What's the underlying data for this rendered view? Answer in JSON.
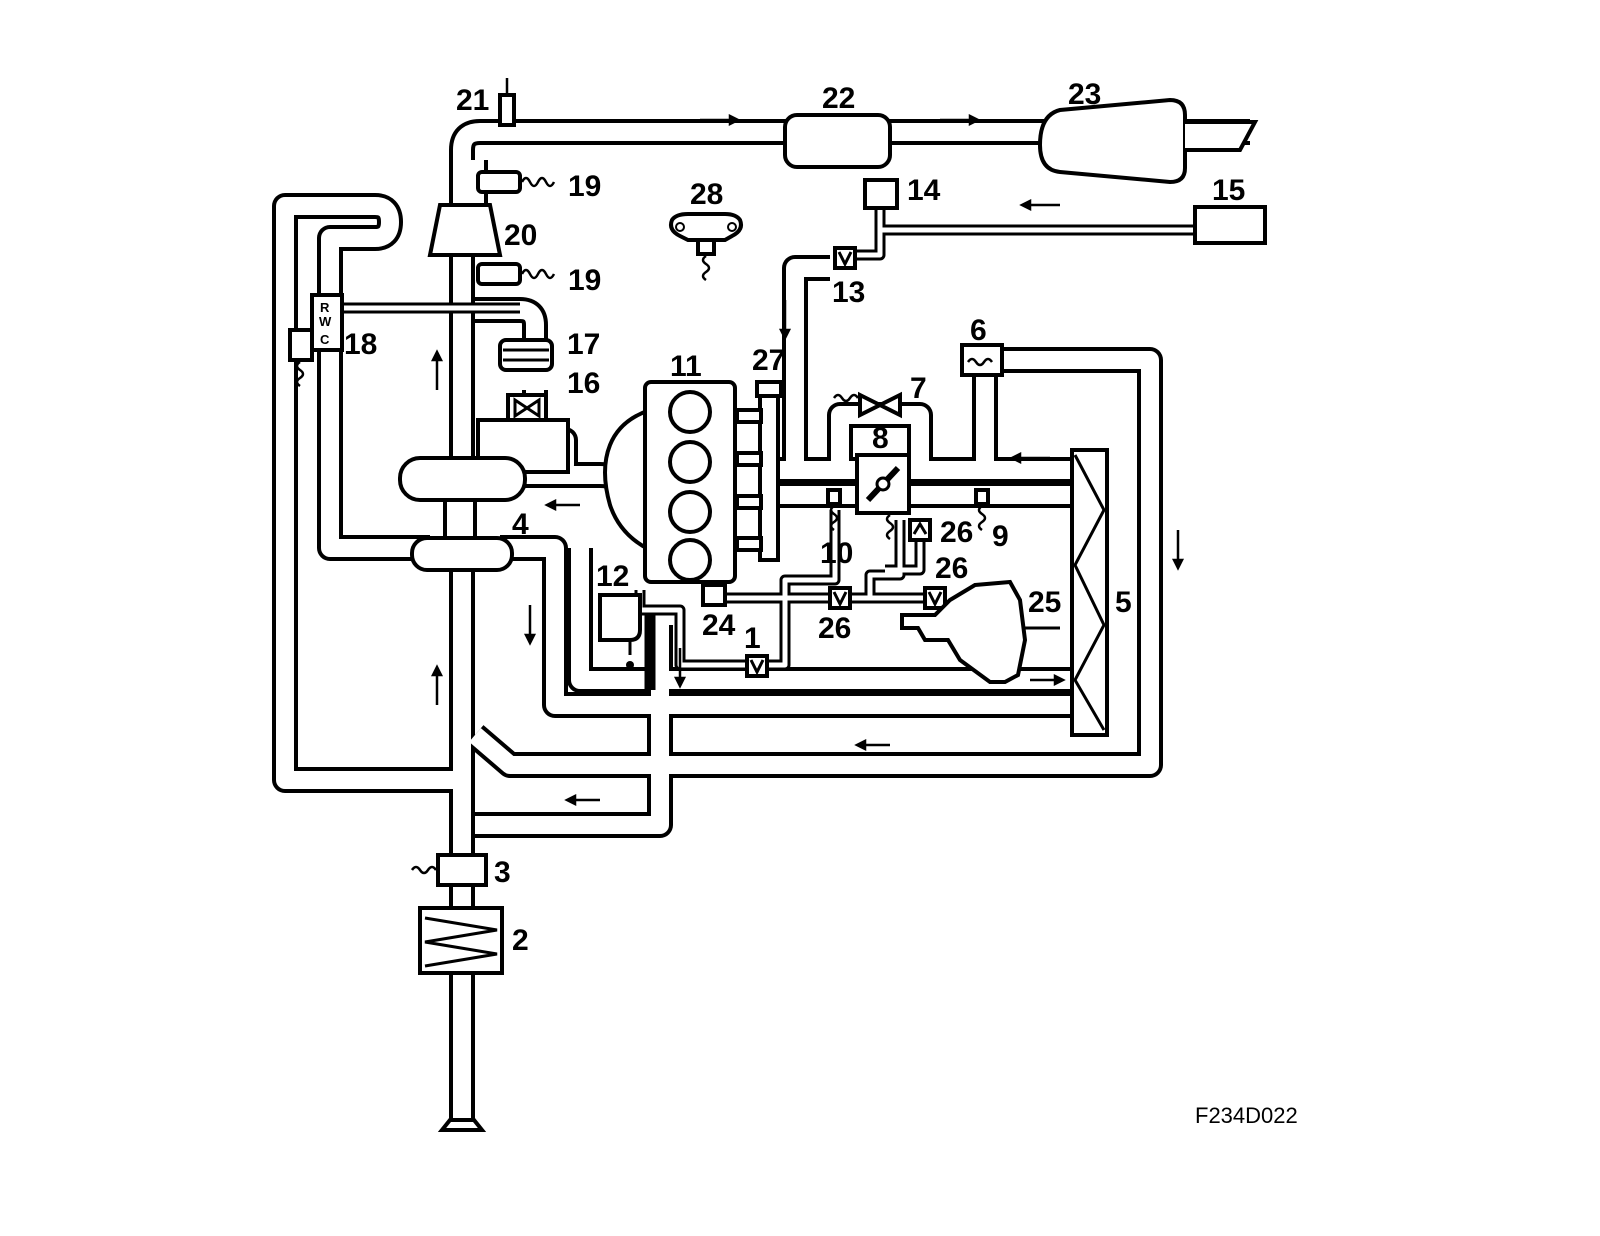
{
  "diagram": {
    "labels": {
      "n1": "1",
      "n2": "2",
      "n3": "3",
      "n4": "4",
      "n5": "5",
      "n6": "6",
      "n7": "7",
      "n8": "8",
      "n9": "9",
      "n10": "10",
      "n11": "11",
      "n12": "12",
      "n13": "13",
      "n14": "14",
      "n15": "15",
      "n16": "16",
      "n17": "17",
      "n18": "18",
      "n19a": "19",
      "n19b": "19",
      "n20": "20",
      "n21": "21",
      "n22": "22",
      "n23": "23",
      "n24": "24",
      "n25": "25",
      "n26a": "26",
      "n26b": "26",
      "n26c": "26",
      "n27": "27",
      "n28": "28"
    },
    "valve_letters": {
      "r": "R",
      "w": "W",
      "c": "C"
    },
    "figure_id": "F234D022"
  }
}
